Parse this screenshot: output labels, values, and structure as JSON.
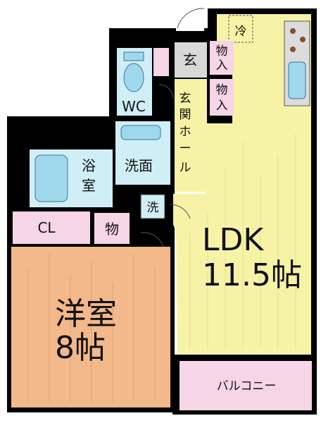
{
  "rooms": {
    "ldk": {
      "name": "LDK",
      "size": "11.5帖"
    },
    "western": {
      "name": "洋室",
      "size": "8帖"
    },
    "washroom": {
      "name": "洗面"
    },
    "bath": {
      "line1": "浴",
      "line2": "室"
    },
    "wc": {
      "name": "WC"
    },
    "entrance": {
      "name": "玄"
    },
    "hall": {
      "line1": "玄",
      "line2": "関",
      "line3": "ホ",
      "line4": "ー",
      "line5": "ル"
    },
    "closet": {
      "name": "CL"
    },
    "storage_small": {
      "name": "物"
    },
    "storage_1": {
      "line1": "物",
      "line2": "入"
    },
    "storage_2": {
      "line1": "物",
      "line2": "入"
    },
    "laundry": {
      "name": "洗"
    },
    "fridge": {
      "name": "冷"
    },
    "balcony": {
      "name": "バルコニー"
    }
  },
  "colors": {
    "ldk": "#f6f3a6",
    "western": "#f3b98a",
    "wet_area": "#cfeef6",
    "storage": "#f6d5e6",
    "balcony": "#f6d5e6",
    "entrance": "#d8d8d8",
    "wall": "#000000",
    "fixture": "#9fd7ec"
  }
}
